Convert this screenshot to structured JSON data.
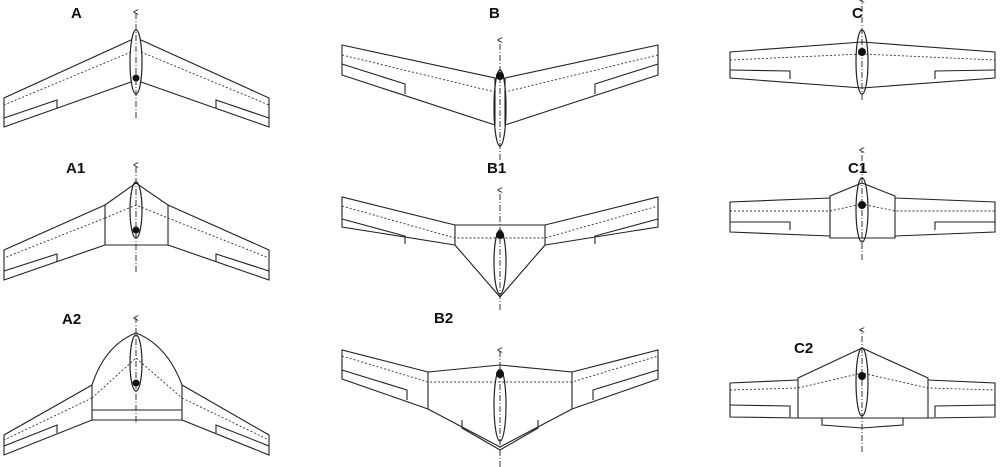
{
  "labels": {
    "a": "A",
    "a1": "A1",
    "a2": "A2",
    "b": "B",
    "b1": "B1",
    "b2": "B2",
    "c": "C",
    "c1": "C1",
    "c2": "C2"
  }
}
